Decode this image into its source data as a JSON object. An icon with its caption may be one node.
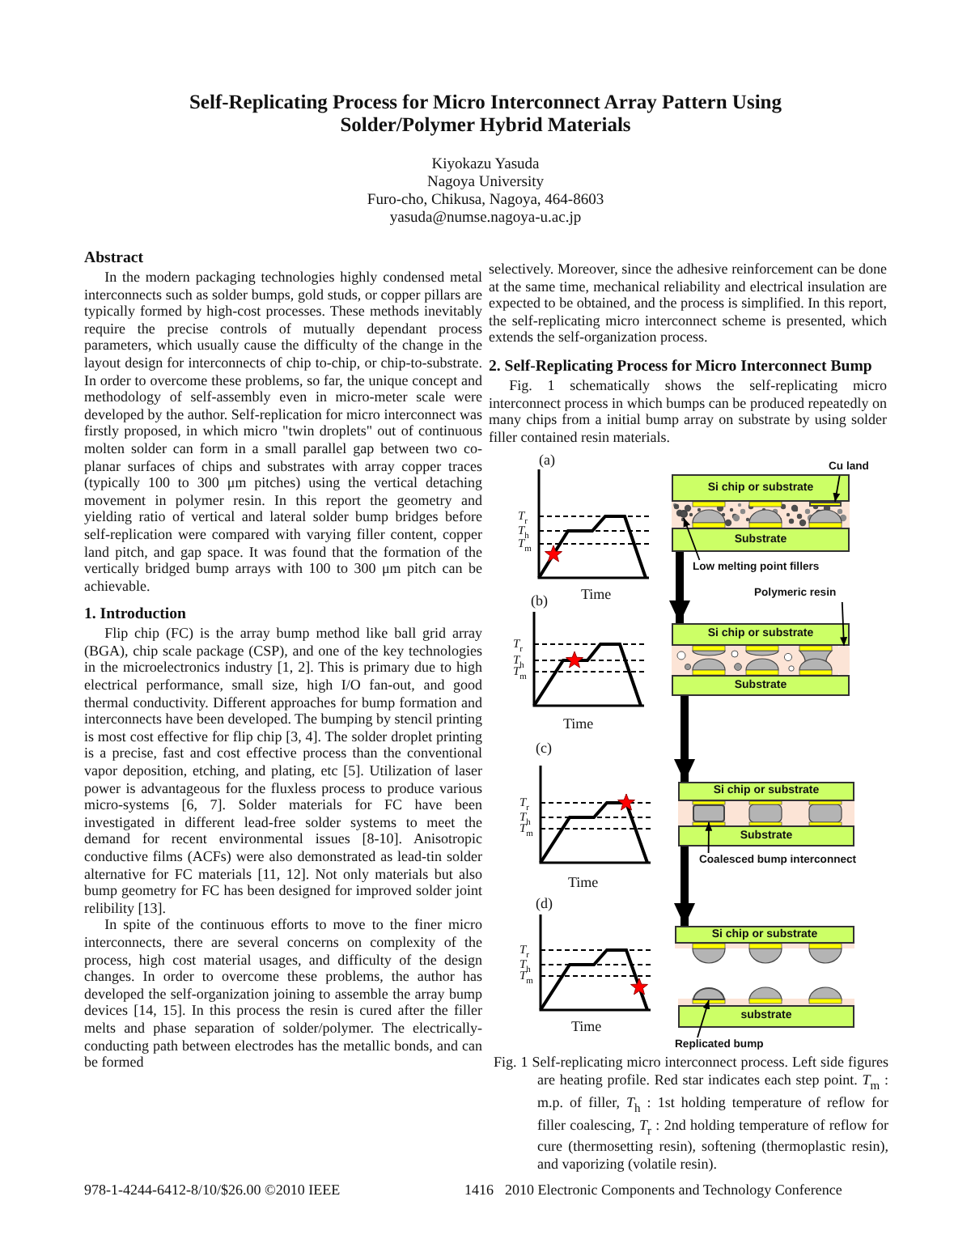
{
  "diagram": {
    "title": "Self-Replicating Process for Micro Interconnect Array Pattern Using Solder/Polymer Hybrid Materials",
    "caption": "Fig. 1 Self-replicating micro interconnect process. Left side figures are heating profile.  Red star indicates each step point. *T*$_{m}$ : m.p. of filler, *T*$_{h}$ : 1st holding temperature of reflow for filler coalescing, *T*$_{r}$ : 2nd holding temperature of reflow for cure (thermosetting resin), softening (thermoplastic resin), and vaporizing (volatile resin).",
    "nodes": [
      {
        "text": [
          "Si chip or substrate"
        ]
      },
      {
        "text": [
          "Substrate"
        ]
      },
      {
        "text": [
          "Cu land"
        ]
      },
      {
        "text": [],
        "shape": "bar"
      },
      {
        "text": [
          "Low melting point fillers"
        ]
      },
      {
        "text": [],
        "shape": "circle"
      },
      {
        "text": [
          "Si chip or substrate"
        ]
      },
      {
        "text": [
          "Substrate"
        ]
      },
      {
        "text": [
          "Polymeric resin"
        ]
      },
      {
        "text": [],
        "shape": "box"
      },
      {
        "text": [
          "Si chip or substrate"
        ]
      },
      {
        "text": [
          "Substrate"
        ]
      },
      {
        "text": [
          "Coalesced bump interconnect"
        ]
      },
      {
        "text": [],
        "shape": "box"
      },
      {
        "text": [
          "Si chip or substrate"
        ]
      },
      {
        "text": [
          "substrate"
        ]
      },
      {
        "text": [
          "Replicated bump"
        ]
      },
      {
        "text": [],
        "shape": "circle"
      }
    ],
    "edges": [
      {
        "from": 2,
        "to": 3,
        "arrow": "to"
      },
      {
        "from": 4,
        "to": 5,
        "arrow": "to"
      },
      {
        "from": 1,
        "to": 6,
        "arrow": "to",
        "style": "thick"
      },
      {
        "from": 8,
        "to": 9,
        "arrow": "to"
      },
      {
        "from": 7,
        "to": 10,
        "arrow": "to",
        "style": "thick"
      },
      {
        "from": 12,
        "to": 13,
        "arrow": "to"
      },
      {
        "from": 11,
        "to": 14,
        "arrow": "to",
        "style": "thick"
      },
      {
        "from": 16,
        "to": 17,
        "arrow": "to"
      }
    ],
    "labels": [
      "Kiyokazu Yasuda",
      "Nagoya University",
      "Furo-cho, Chikusa, Nagoya, 464-8603",
      "yasuda@numse.nagoya-u.ac.jp",
      "Abstract",
      "In the modern packaging technologies highly condensed metal interconnects such as solder bumps, gold studs, or copper pillars are typically formed by high-cost processes. These methods inevitably require the precise controls of mutually dependant process parameters, which usually cause the difficulty of the change in the layout design for interconnects of chip to-chip, or chip-to-substrate. In order to overcome these problems, so far, the unique concept and methodology of self-assembly even in micro-meter scale were developed by the author. Self-replication for micro interconnect was firstly proposed, in which micro \"twin droplets\" out of continuous molten solder can form in a small parallel gap between two co-planar surfaces of chips and substrates with array copper traces (typically 100 to 300 μm pitches) using the vertical detaching movement in polymer resin. In this report the geometry and yielding ratio of vertical and lateral solder bump bridges before self-replication were compared with varying filler content, copper land pitch, and gap space. It was found that the formation of the vertically bridged bump arrays with 100 to 300 μm pitch can be achievable.",
      "1. Introduction",
      "Flip chip (FC) is the array bump method like ball grid array (BGA), chip scale package (CSP), and one of the key technologies in the microelectronics industry [1, 2]. This is primary due to high electrical performance, small size, high I/O fan-out, and good thermal conductivity. Different approaches for bump formation and interconnects have been developed. The bumping by stencil printing is most cost effective for flip chip [3, 4]. The solder droplet printing is a precise, fast and cost effective process than the conventional vapor deposition, etching, and plating, etc [5]. Utilization of laser power is advantageous for the fluxless process to produce various micro-systems [6, 7]. Solder materials for FC have been investigated in different lead-free solder systems to meet the demand for recent environmental issues [8-10]. Anisotropic conductive films (ACFs) were also demonstrated as lead-tin solder alternative for FC materials [11, 12]. Not only materials but also bump geometry for FC has been designed for improved solder joint relibility [13].",
      "In spite of the continuous efforts to move to the finer micro interconnects, there are several concerns on complexity of the process, high cost material usages, and difficulty of the design changes. In order to overcome these problems, the author has developed the self-organization joining to assemble the array bump devices [14, 15]. In this process the resin is cured after the filler melts and phase separation of solder/polymer. The electrically-conducting path between electrodes has the metallic bonds, and can be formed",
      "selectively. Moreover, since the adhesive reinforcement can be done at the same time, mechanical reliability and electrical insulation are expected to be obtained, and the process is simplified. In this report, the self-replicating micro interconnect scheme is presented, which extends the self-organization process.",
      "2. Self-Replicating Process for Micro Interconnect Bump",
      "Fig. 1 schematically shows the self-replicating micro interconnect process in which bumps can be produced repeatedly on many chips from a initial bump array on substrate by using solder filler contained resin materials.",
      "(a)",
      "*T*$_{r}$",
      "*T*$_{h}$",
      "*T*$_{m}$",
      "Time",
      "(b)",
      "*T*$_{r}$",
      "*T*$_{h}$",
      "*T*$_{m}$",
      "Time",
      "(c)",
      "*T*$_{r}$",
      "*T*$_{h}$",
      "*T*$_{m}$",
      "Time",
      "(d)",
      "*T*$_{r}$",
      "*T*$_{h}$",
      "*T*$_{m}$",
      "Time",
      "978-1-4244-6412-8/10/$26.00 ©2010 IEEE",
      "1416",
      "2010 Electronic Components and Technology Conference"
    ]
  }
}
